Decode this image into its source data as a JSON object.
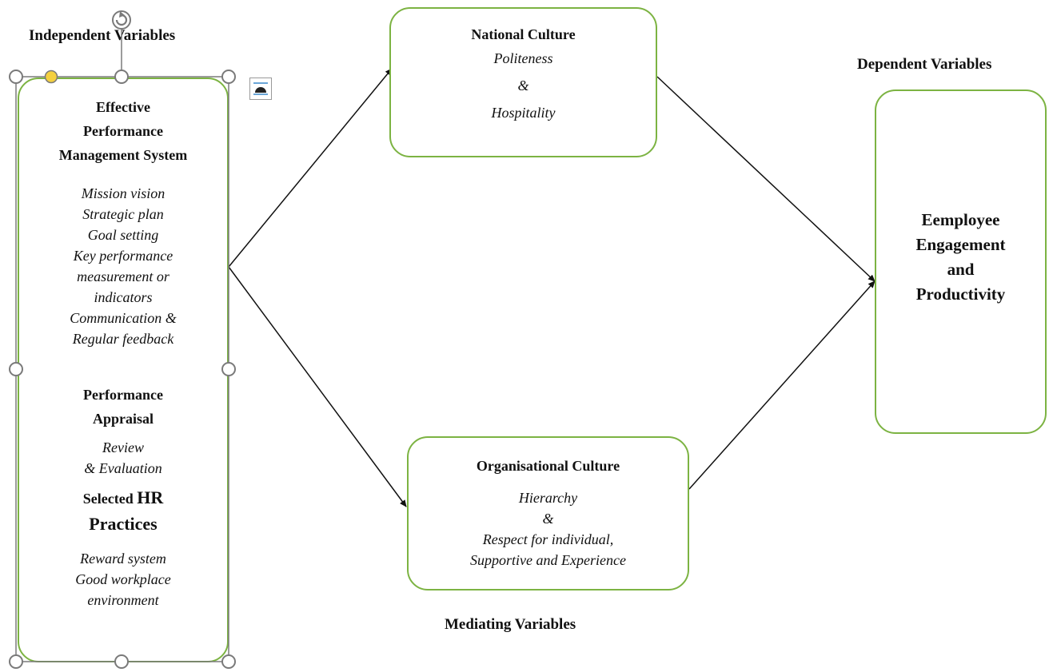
{
  "labels": {
    "independent": "Independent Variables",
    "dependent": "Dependent Variables",
    "mediating": "Mediating Variables"
  },
  "independent_box": {
    "section1": {
      "title_lines": [
        "Effective",
        "Performance",
        "Management System"
      ],
      "items": [
        "Mission vision",
        "Strategic plan",
        "Goal setting",
        "Key performance",
        "measurement or",
        "indicators",
        "Communication &",
        "Regular feedback"
      ]
    },
    "section2": {
      "title_lines": [
        "Performance",
        "Appraisal"
      ],
      "items": [
        "Review",
        "& Evaluation"
      ]
    },
    "section3": {
      "title_prefix": "Selected ",
      "title_hr": "HR",
      "title_line2": "Practices",
      "items": [
        "Reward system",
        "Good workplace",
        "environment"
      ]
    }
  },
  "national_box": {
    "title": "National Culture",
    "items": [
      "Politeness",
      "&",
      "Hospitality"
    ]
  },
  "org_box": {
    "title": "Organisational Culture",
    "items": [
      "Hierarchy",
      "&",
      "Respect for individual,",
      "Supportive and Experience"
    ]
  },
  "dependent_box": {
    "lines": [
      "Eemployee",
      "Engagement",
      "and",
      "Productivity"
    ]
  },
  "colors": {
    "box_border": "#7cb342",
    "selection_frame": "#7a7a7a",
    "adjust_handle": "#f4d03f",
    "arrow": "#111111"
  },
  "icons": {
    "rotate_handle": "rotate-icon",
    "layout_options": "layout-options-icon"
  }
}
